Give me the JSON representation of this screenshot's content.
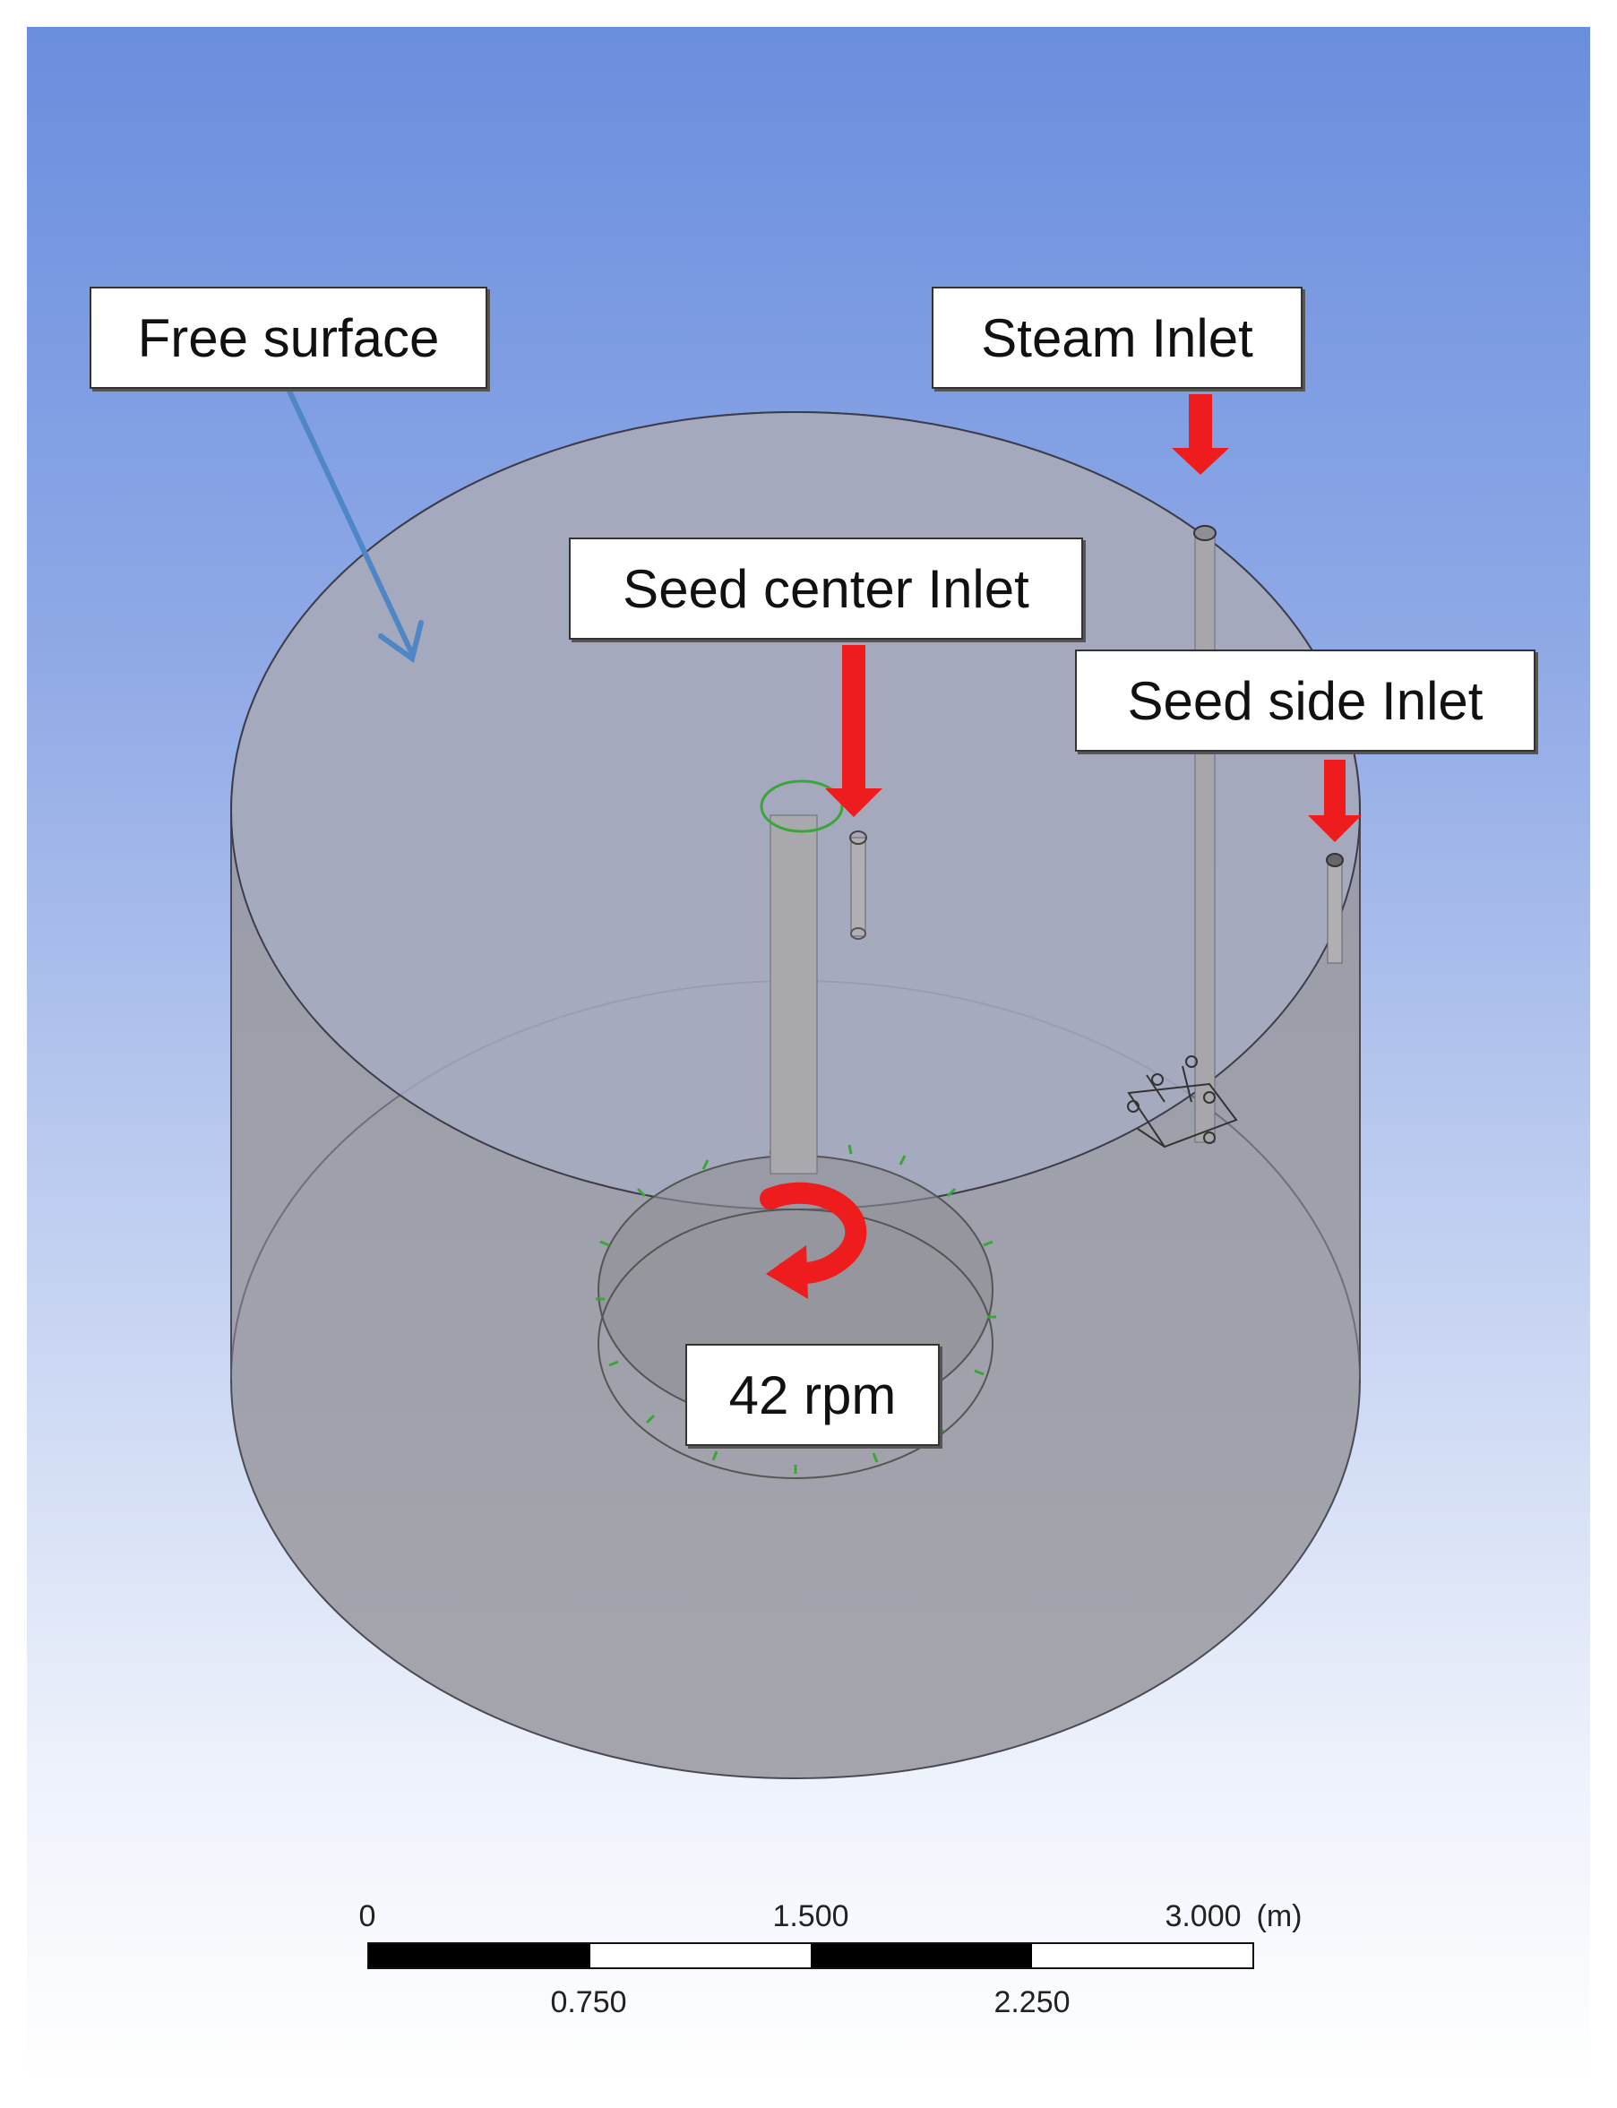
{
  "labels": {
    "free_surface": "Free surface",
    "steam_inlet": "Steam Inlet",
    "seed_center_inlet": "Seed center Inlet",
    "seed_side_inlet": "Seed side Inlet",
    "rotation_speed": "42 rpm"
  },
  "scale_bar": {
    "top_labels": [
      "0",
      "1.500",
      "3.000"
    ],
    "unit": "(m)",
    "bottom_labels": [
      "0.750",
      "2.250"
    ]
  },
  "colors": {
    "arrow_red": "#ee1c1c",
    "pointer_blue": "#4f86c6",
    "tank_gray": "#9c9ca2",
    "impeller_green": "#3aa63a"
  },
  "icons": {
    "flow_arrow": "down-arrow-icon",
    "rotation": "rotate-arrow-icon"
  }
}
